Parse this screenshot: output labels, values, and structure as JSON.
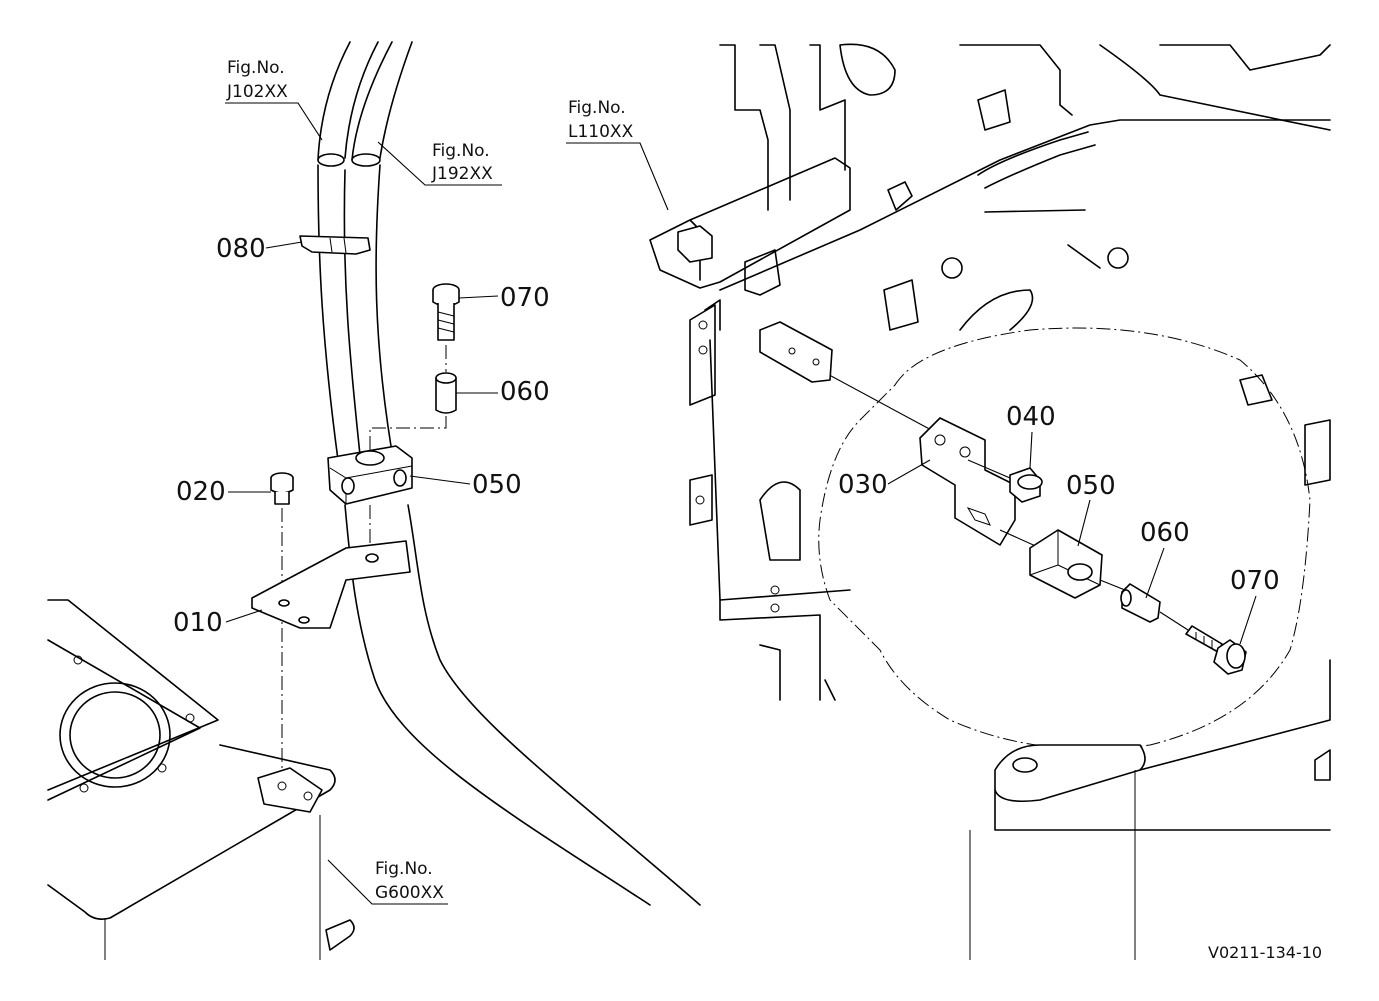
{
  "parts": {
    "p080": "080",
    "p070_left": "070",
    "p060_left": "060",
    "p050_left": "050",
    "p020": "020",
    "p010": "010",
    "p040": "040",
    "p030": "030",
    "p050_right": "050",
    "p060_right": "060",
    "p070_right": "070"
  },
  "figure_refs": {
    "j102": {
      "line1": "Fig.No.",
      "line2": "J102XX"
    },
    "j192": {
      "line1": "Fig.No.",
      "line2": "J192XX"
    },
    "l110": {
      "line1": "Fig.No.",
      "line2": "L110XX"
    },
    "g600": {
      "line1": "Fig.No.",
      "line2": "G600XX"
    }
  },
  "drawing_code": "V0211-134-10"
}
